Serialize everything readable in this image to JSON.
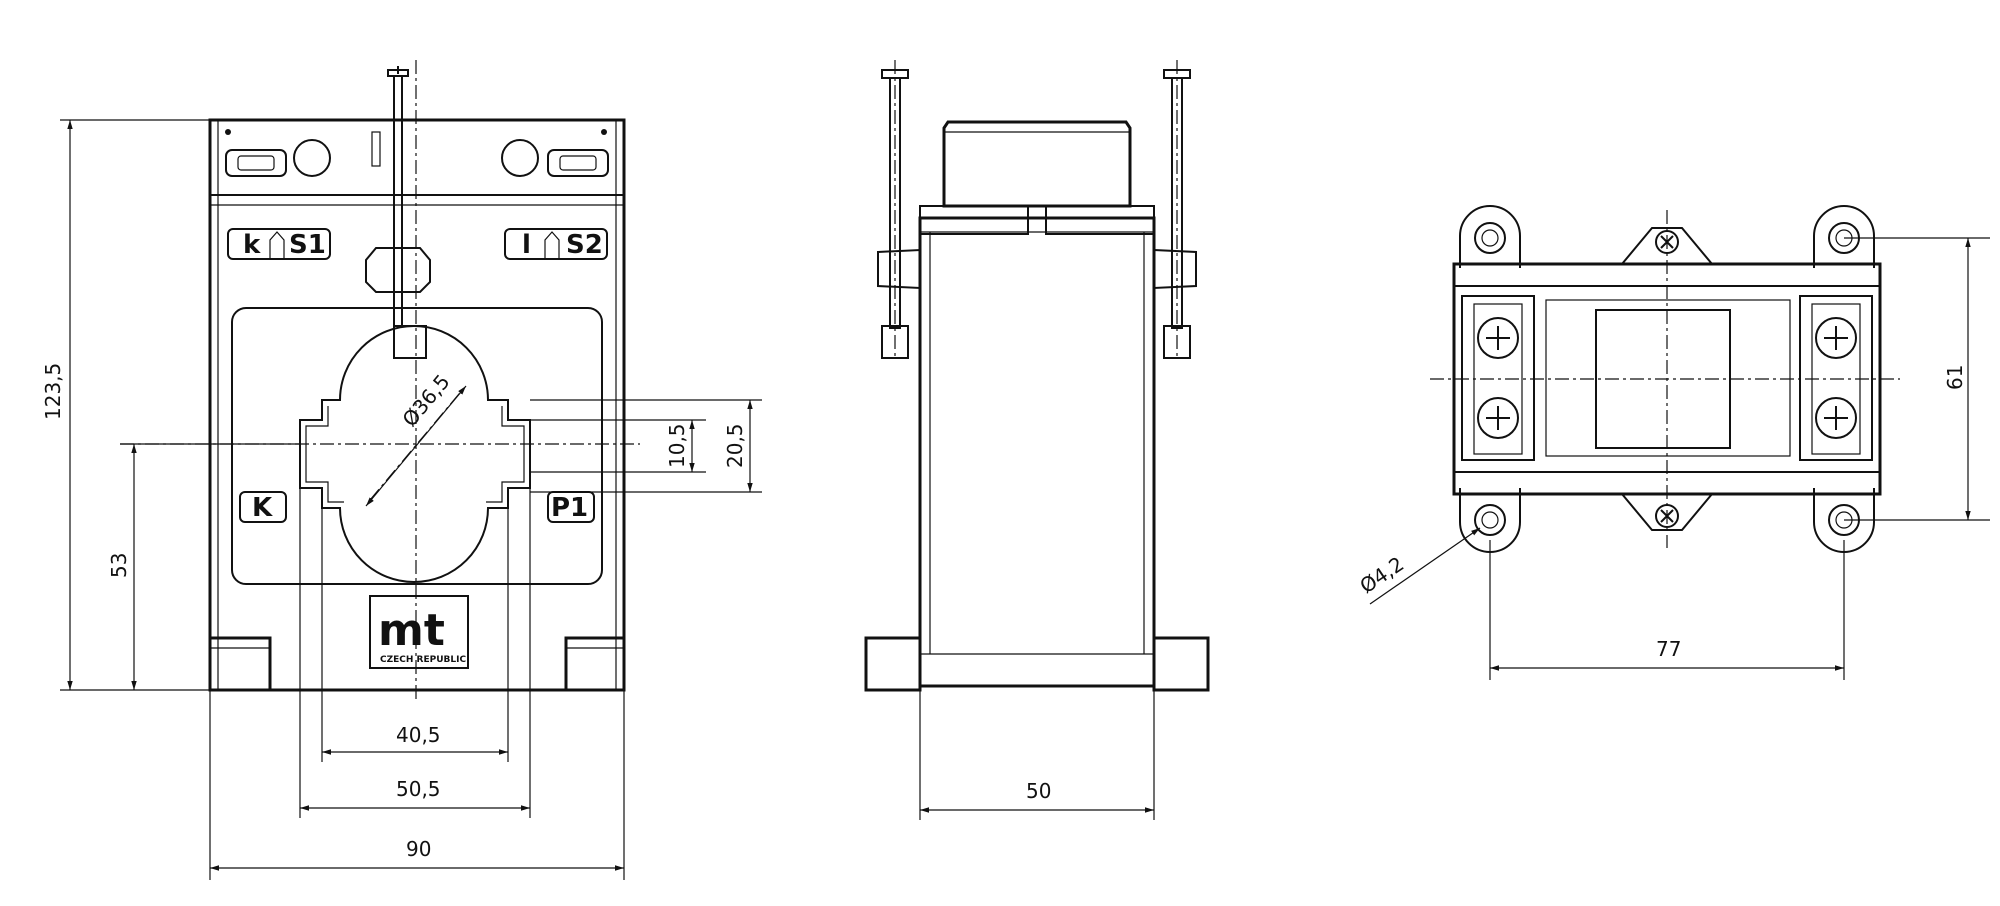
{
  "front_view": {
    "label_k": "k",
    "label_s1": "S1",
    "label_l": "l",
    "label_s2": "S2",
    "label_K": "K",
    "label_P1": "P1",
    "logo_text": "mt",
    "logo_subtext": "CZECH REPUBLIC",
    "dim_height": "123,5",
    "dim_center_height": "53",
    "dim_diameter": "Ø36,5",
    "dim_inner_gap": "10,5",
    "dim_outer_gap": "20,5",
    "dim_inner_width": "40,5",
    "dim_outer_width": "50,5",
    "dim_total_width": "90"
  },
  "side_view": {
    "dim_depth": "50"
  },
  "bottom_view": {
    "dim_hole_spacing_v": "61",
    "dim_hole_diameter": "Ø4,2",
    "dim_hole_spacing_h": "77"
  }
}
